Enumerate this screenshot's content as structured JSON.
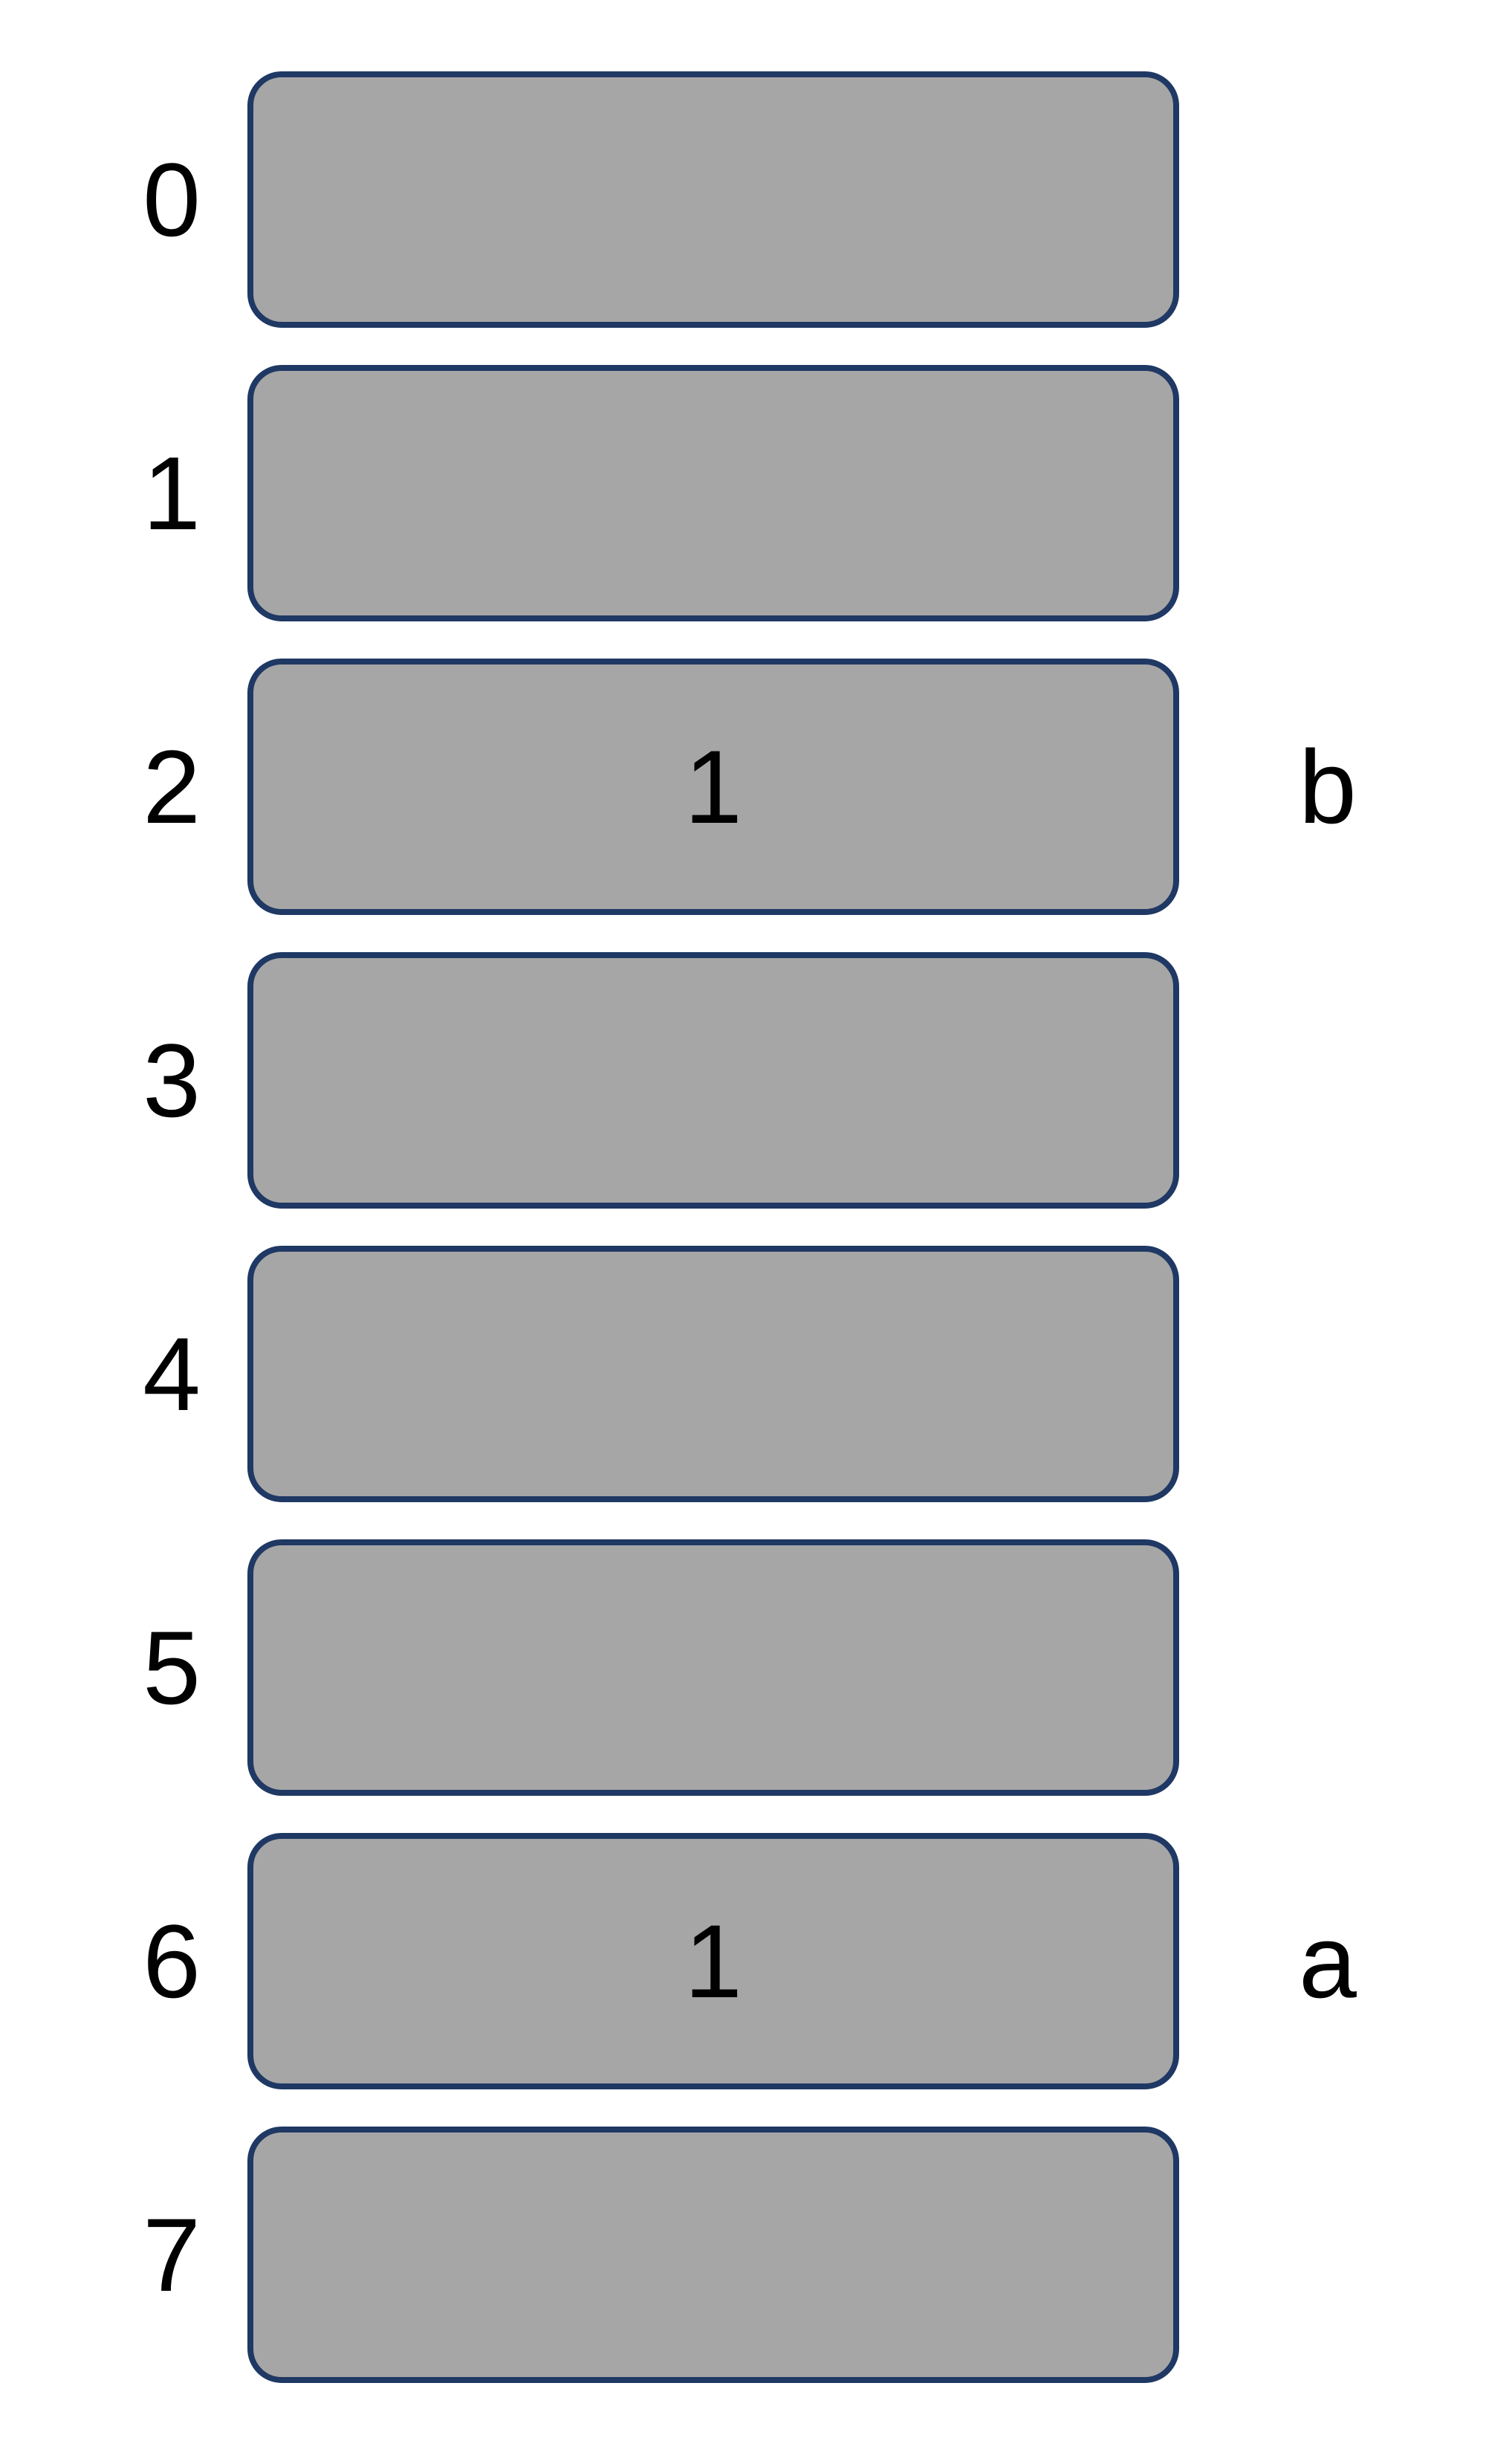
{
  "diagram": {
    "slots": [
      {
        "index": "0",
        "value": "",
        "side_label": ""
      },
      {
        "index": "1",
        "value": "",
        "side_label": ""
      },
      {
        "index": "2",
        "value": "1",
        "side_label": "b"
      },
      {
        "index": "3",
        "value": "",
        "side_label": ""
      },
      {
        "index": "4",
        "value": "",
        "side_label": ""
      },
      {
        "index": "5",
        "value": "",
        "side_label": ""
      },
      {
        "index": "6",
        "value": "1",
        "side_label": "a"
      },
      {
        "index": "7",
        "value": "",
        "side_label": ""
      }
    ],
    "colors": {
      "background": "#ffffff",
      "box_fill": "#a6a6a6",
      "box_border": "#1f3864",
      "text": "#000000"
    }
  }
}
